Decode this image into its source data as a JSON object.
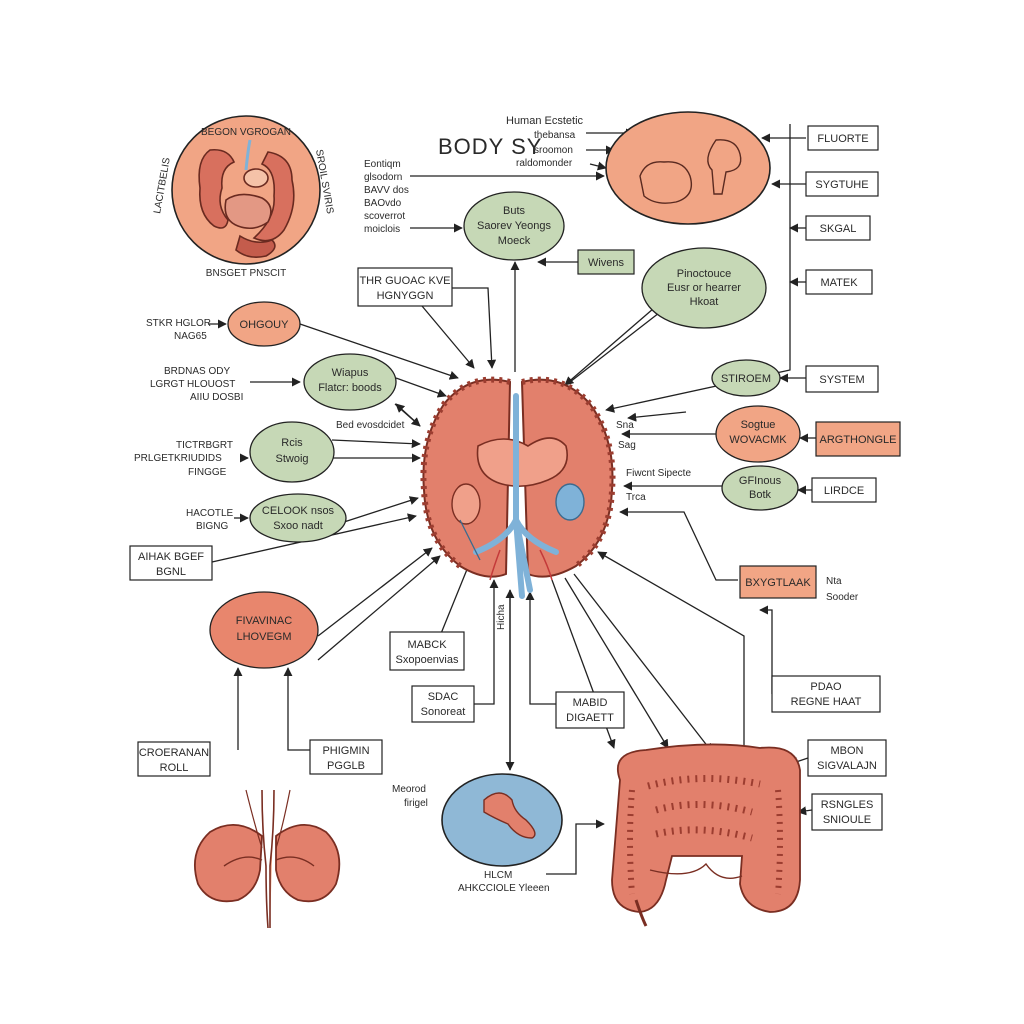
{
  "title": {
    "heading": "BODY SY",
    "subtitle_lines": [
      "Human Ecstetic",
      "thebansa",
      "sroomon",
      "raldomonder"
    ]
  },
  "colors": {
    "organ_red": "#e2806c",
    "organ_dark": "#b5473a",
    "salmon_fill": "#f1a585",
    "green_fill": "#c6d8b6",
    "blue_fill": "#8fb8d6",
    "vessel_blue": "#7fb2d8",
    "line": "#222222"
  },
  "digestive_circle": {
    "arc_top": "BEGON VGROGAN",
    "arc_left": "LACITBELIS",
    "arc_right": "SROIL SVIRIS",
    "arc_bottom": "BNSGET PNSCIT"
  },
  "nodes": {
    "buts": [
      "Buts",
      "Saorev Yeongs",
      "Moeck"
    ],
    "pinoctouce": [
      "Pinoctouce",
      "Eusr or hearrer",
      "Hkoat"
    ],
    "ohgouy": [
      "OHGOUY"
    ],
    "wapus": [
      "Wiapus",
      "Flatcr: boods"
    ],
    "rcis": [
      "Rcis",
      "Stwoig"
    ],
    "celock": [
      "CELOOK nsos",
      "Sxoo nadt"
    ],
    "fivavinac": [
      "FIVAVINAC",
      "LHOVEGM"
    ],
    "stiroem": [
      "STIROEM"
    ],
    "sogtue": [
      "Sogtue",
      "WOVACMK"
    ],
    "gfinous": [
      "GFInous",
      "Botk"
    ],
    "wivens": [
      "Wivens"
    ]
  },
  "labels": {
    "fluorte": "FLUORTE",
    "sygtuhe": "SYGTUHE",
    "skgal": "SKGAL",
    "matek": "MATEK",
    "system": "SYSTEM",
    "argtho": "ARGTHONGLE",
    "lirdce": "LIRDCE",
    "bxygtlaak": "BXYGTLAAK",
    "nta_sooder": [
      "Nta",
      "Sooder"
    ],
    "pdao": [
      "PDAO",
      "REGNE HAAT"
    ],
    "mbon": [
      "MBON",
      "SIGVALAJN"
    ],
    "rsngles": [
      "RSNGLES",
      "SNIOULE"
    ],
    "thr_guoac": [
      "THR GUOAC KVE",
      "HGNYGGN"
    ],
    "aihak": [
      "AIHAK BGEF",
      "BGNL"
    ],
    "mabcik": [
      "MABCK",
      "Sxopoenvias"
    ],
    "sdac": [
      "SDAC",
      "Sonoreat"
    ],
    "mabid": [
      "MABID",
      "DIGAETT"
    ],
    "creoranan": [
      "CROERANAN",
      "ROLL"
    ],
    "phigmin": [
      "PHIGMIN",
      "PGGLB"
    ]
  },
  "side_text": {
    "left_top_stack": [
      "Eontiqm",
      "glsodorn",
      "BAVV dos",
      "BAOvdo",
      "scoverrot",
      "moiclois"
    ],
    "stkr": [
      "STKR HGLOR",
      "NAG65"
    ],
    "brdnas": [
      "BRDNAS ODY",
      "LGRGT HLOUOST",
      "AIIU DOSBI"
    ],
    "tictrbgrt": [
      "TICTRBGRT",
      "PRLGETKRIUDIDS",
      "FINGGE"
    ],
    "hacotle": [
      "HACOTLE",
      "BIGNG"
    ],
    "bed": "Bed evosdcidet",
    "sna": "Sna",
    "sag": "Sag",
    "fiwcnt": "Fiwcnt Sipecte",
    "trca": "Trca",
    "hicha": "Hicha",
    "meorod": [
      "Meorod",
      "firigel"
    ],
    "hlcm": [
      "HLCM",
      "AHKCCIOLE Yleeen"
    ]
  }
}
